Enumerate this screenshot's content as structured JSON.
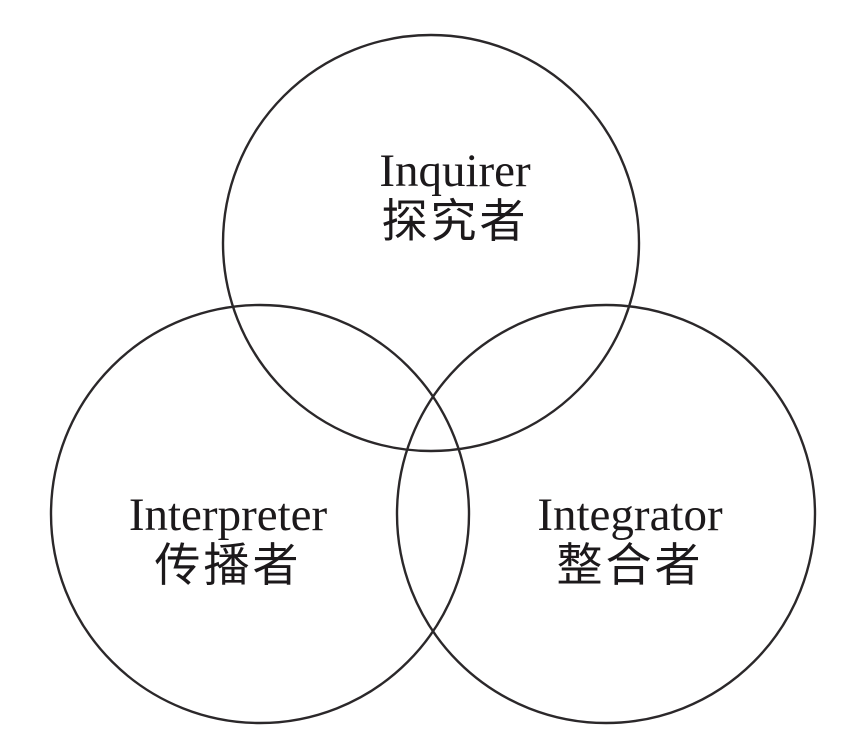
{
  "diagram": {
    "type": "venn",
    "circle_count": 3,
    "background_color": "#ffffff",
    "stroke_color": "#2b282a",
    "text_color": "#1c191b",
    "circles": [
      {
        "id": "top",
        "label_en": "Inquirer",
        "label_zh": "探究者"
      },
      {
        "id": "bottom-left",
        "label_en": "Interpreter",
        "label_zh": "传播者"
      },
      {
        "id": "bottom-right",
        "label_en": "Integrator",
        "label_zh": "整合者"
      }
    ]
  }
}
